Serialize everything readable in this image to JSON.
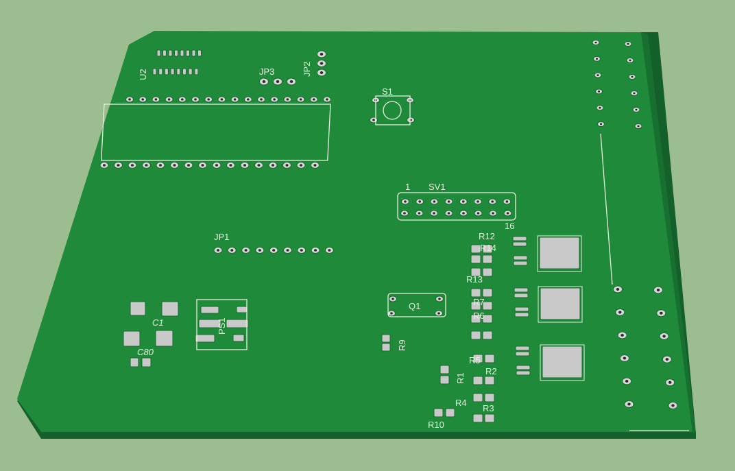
{
  "colors": {
    "background": "#9cbd8f",
    "board": "#1f8a3a",
    "board_edge": "#14602a",
    "pad": "#c9c9c9",
    "silkscreen": "#e8f0e0"
  },
  "labels": {
    "u2": "U2",
    "jp3": "JP3",
    "jp2": "JP2",
    "s1": "S1",
    "sv1": "SV1",
    "sv1_pin1": "1",
    "sv1_pin16": "16",
    "jp1": "JP1",
    "r12": "R12",
    "r14": "R14",
    "r13": "R13",
    "r7": "R7",
    "r6": "R6",
    "r5": "R5",
    "r2": "R2",
    "r1": "R1",
    "r9": "R9",
    "r10": "R10",
    "r3": "R3",
    "r4": "R4",
    "q1": "Q1",
    "c1": "C1",
    "c80": "C80",
    "ps1": "PS1"
  }
}
